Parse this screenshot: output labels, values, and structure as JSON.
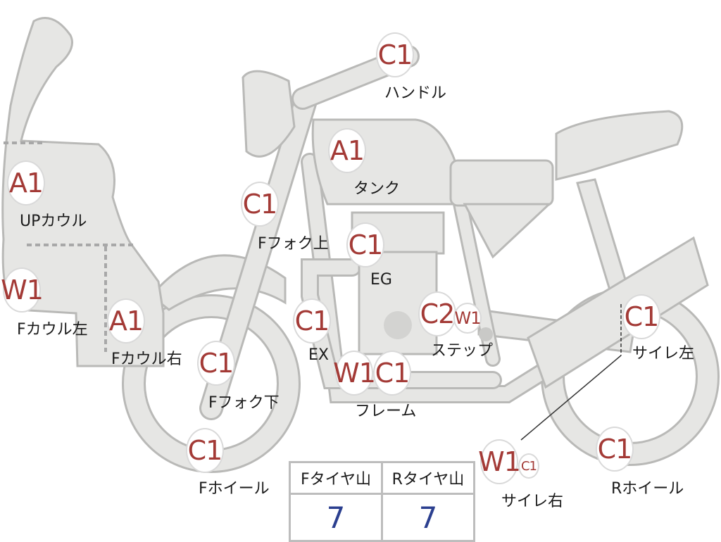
{
  "parts": {
    "up_cowl": {
      "grade": "A1",
      "label": "UPカウル"
    },
    "f_cowl_l": {
      "grade": "W1",
      "label": "Fカウル左"
    },
    "f_cowl_r": {
      "grade": "A1",
      "label": "Fカウル右"
    },
    "handle": {
      "grade": "C1",
      "label": "ハンドル"
    },
    "tank": {
      "grade": "A1",
      "label": "タンク"
    },
    "f_fork_up": {
      "grade": "C1",
      "label": "Fフォク上"
    },
    "eg": {
      "grade": "C1",
      "label": "EG"
    },
    "ex": {
      "grade": "C1",
      "label": "EX"
    },
    "step": {
      "grades": [
        "C2",
        "W1"
      ],
      "label": "ステップ"
    },
    "f_fork_low": {
      "grade": "C1",
      "label": "Fフォク下"
    },
    "frame": {
      "grades": [
        "W1",
        "C1"
      ],
      "label": "フレーム"
    },
    "f_wheel": {
      "grade": "C1",
      "label": "Fホイール"
    },
    "muffler_l": {
      "grade": "C1",
      "label": "サイレ左"
    },
    "muffler_r": {
      "grades": [
        "W1",
        "C1"
      ],
      "label": "サイレ右"
    },
    "r_wheel": {
      "grade": "C1",
      "label": "Rホイール"
    }
  },
  "tire_table": {
    "headers": [
      "Fタイヤ山",
      "Rタイヤ山"
    ],
    "values": [
      "7",
      "7"
    ]
  },
  "colors": {
    "grade_text": "#a33a36",
    "tire_value": "#2b3f8f",
    "part_fill": "#e6e6e4"
  }
}
